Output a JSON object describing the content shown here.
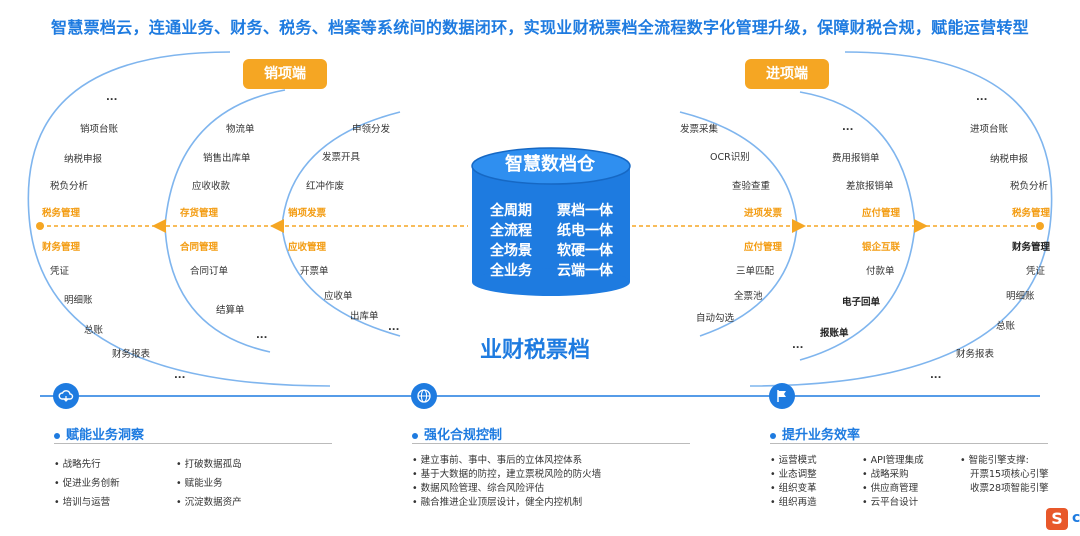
{
  "headline": "智慧票档云，连通业务、财务、税务、档案等系统间的数据闭环，实现业财税票档全流程数字化管理升级，保障财税合规，赋能运营转型",
  "left_tag": "销项端",
  "right_tag": "进项端",
  "cylinder": {
    "title": "智慧数档仓",
    "rows": [
      {
        "a": "全周期",
        "b": "票档一体"
      },
      {
        "a": "全流程",
        "b": "纸电一体"
      },
      {
        "a": "全场景",
        "b": "软硬一体"
      },
      {
        "a": "全业务",
        "b": "云端一体"
      }
    ]
  },
  "center_label": "业财税票档",
  "left_outer": {
    "dots_top": "...",
    "items": [
      "销项台账",
      "纳税申报",
      "税负分析"
    ],
    "upper_hl": "税务管理",
    "lower_hl": "财务管理",
    "items2": [
      "凭证",
      "明细账",
      "总账",
      "财务报表"
    ],
    "dots_bottom": "..."
  },
  "left_middle": {
    "items": [
      "物流单",
      "销售出库单",
      "应收收款"
    ],
    "upper_hl": "存货管理",
    "lower_hl": "合同管理",
    "items2": [
      "合同订单",
      "结算单"
    ],
    "dots_bottom": "..."
  },
  "left_inner": {
    "items": [
      "申领分发",
      "发票开具",
      "红冲作废"
    ],
    "upper_hl": "销项发票",
    "lower_hl": "应收管理",
    "items2": [
      "开票单",
      "应收单",
      "出库单"
    ],
    "dots_bottom": "..."
  },
  "right_inner": {
    "items": [
      "发票采集",
      "OCR识别",
      "查验查重"
    ],
    "upper_hl": "进项发票",
    "lower_hl": "应付管理",
    "items2": [
      "三单匹配",
      "全票池",
      "自动勾选"
    ]
  },
  "right_middle": {
    "dots_top": "...",
    "items": [
      "费用报销单",
      "差旅报销单"
    ],
    "upper_hl": "应付管理",
    "lower_hl": "银企互联",
    "items2": [
      "付款单",
      "电子回单",
      "报账单"
    ],
    "dots_bottom": "..."
  },
  "right_outer": {
    "dots_top": "...",
    "items": [
      "进项台账",
      "纳税申报",
      "税负分析"
    ],
    "upper_hl": "税务管理",
    "lower_hl": "财务管理",
    "items2": [
      "凭证",
      "明细账",
      "总账",
      "财务报表"
    ],
    "dots_bottom": "..."
  },
  "sections": [
    {
      "title": "赋能业务洞察",
      "icon": "cloud-refresh-icon",
      "col1": [
        "战略先行",
        "促进业务创新",
        "培训与运营"
      ],
      "col2": [
        "打破数据孤岛",
        "赋能业务",
        "沉淀数据资产"
      ]
    },
    {
      "title": "强化合规控制",
      "icon": "globe-settings-icon",
      "col1": [
        "建立事前、事中、事后的立体风控体系",
        "基于大数据的防控，建立票税风险的防火墙",
        "数据风险管理、综合风险评估",
        "融合推进企业顶层设计，健全内控机制"
      ]
    },
    {
      "title": "提升业务效率",
      "icon": "flag-icon",
      "col1": [
        "运营模式",
        "业态调整",
        "组织变革",
        "组织再造"
      ],
      "col2": [
        "API管理集成",
        "战略采购",
        "供应商管理",
        "云平台设计"
      ],
      "col3_head": "智能引擎支撑:",
      "col3": [
        "开票15项核心引擎",
        "收票28项智能引擎"
      ]
    }
  ],
  "colors": {
    "blue": "#1e7be0",
    "orange": "#f5a623",
    "hl_orange": "#f39c12"
  }
}
